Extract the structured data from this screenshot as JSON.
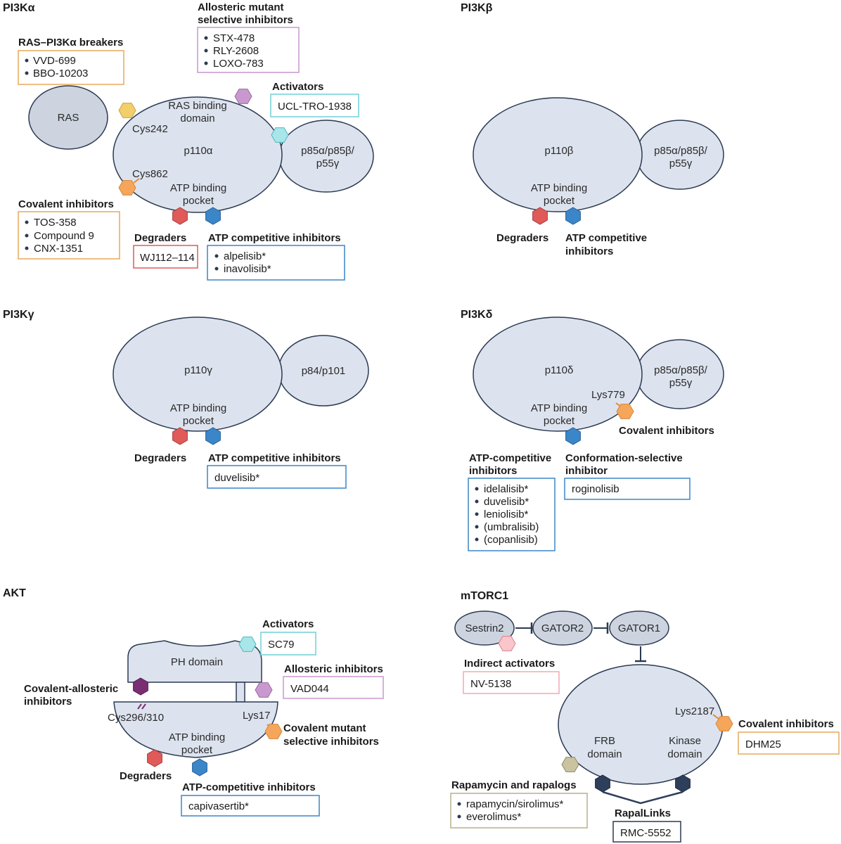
{
  "colors": {
    "orange": "#f5a65b",
    "purple": "#c998cf",
    "teal": "#6fd0d6",
    "red": "#e05a5a",
    "blue": "#3b86c9",
    "yellow": "#f2cf6b",
    "pink": "#f3a9b1",
    "darkpurple": "#7a2f74",
    "olive": "#b7b08a",
    "navy": "#2e3f5c"
  },
  "pi3ka": {
    "title": "PI3Kα",
    "ras_breakers": {
      "title": "RAS–PI3Kα breakers",
      "items": [
        "VVD-699",
        "BBO-10203"
      ]
    },
    "allosteric": {
      "title_line1": "Allosteric mutant",
      "title_line2": "selective inhibitors",
      "items": [
        "STX-478",
        "RLY-2608",
        "LOXO-783"
      ]
    },
    "activators": {
      "title": "Activators",
      "items": [
        "UCL-TRO-1938"
      ]
    },
    "ras_label": "RAS",
    "rbd_line1": "RAS binding",
    "rbd_line2": "domain",
    "cys242": "Cys242",
    "p110": "p110α",
    "p85_line1": "p85α/p85β/",
    "p85_line2": "p55γ",
    "cys862": "Cys862",
    "atp_line1": "ATP binding",
    "atp_line2": "pocket",
    "covalent": {
      "title": "Covalent inhibitors",
      "items": [
        "TOS-358",
        "Compound 9",
        "CNX-1351"
      ]
    },
    "degraders": {
      "title": "Degraders",
      "items": [
        "WJ112–114"
      ]
    },
    "atp_comp": {
      "title": "ATP competitive inhibitors",
      "items": [
        "alpelisib*",
        "inavolisib*"
      ]
    }
  },
  "pi3kb": {
    "title": "PI3Kβ",
    "p110": "p110β",
    "p85_line1": "p85α/p85β/",
    "p85_line2": "p55γ",
    "atp_line1": "ATP binding",
    "atp_line2": "pocket",
    "degraders": "Degraders",
    "atp_comp_line1": "ATP competitive",
    "atp_comp_line2": "inhibitors"
  },
  "pi3kg": {
    "title": "PI3Kγ",
    "p110": "p110γ",
    "p84": "p84/p101",
    "atp_line1": "ATP binding",
    "atp_line2": "pocket",
    "degraders": "Degraders",
    "atp_comp": {
      "title": "ATP competitive inhibitors",
      "items": [
        "duvelisib*"
      ]
    }
  },
  "pi3kd": {
    "title": "PI3Kδ",
    "p110": "p110δ",
    "p85_line1": "p85α/p85β/",
    "p85_line2": "p55γ",
    "lys779": "Lys779",
    "atp_line1": "ATP binding",
    "atp_line2": "pocket",
    "covalent": "Covalent inhibitors",
    "atp_comp": {
      "title_line1": "ATP-competitive",
      "title_line2": "inhibitors",
      "items": [
        "idelalisib*",
        "duvelisib*",
        "leniolisib*",
        "(umbralisib)",
        "(copanlisib)"
      ]
    },
    "conformation": {
      "title_line1": "Conformation-selective",
      "title_line2": "inhibitor",
      "items": [
        "roginolisib"
      ]
    }
  },
  "akt": {
    "title": "AKT",
    "activators": {
      "title": "Activators",
      "items": [
        "SC79"
      ]
    },
    "ph": "PH domain",
    "allosteric": {
      "title": "Allosteric inhibitors",
      "items": [
        "VAD044"
      ]
    },
    "cov_allo_line1": "Covalent-allosteric",
    "cov_allo_line2": "inhibitors",
    "cys": "Cys296/310",
    "lys17": "Lys17",
    "cov_mut_line1": "Covalent mutant",
    "cov_mut_line2": "selective inhibitors",
    "atp_line1": "ATP binding",
    "atp_line2": "pocket",
    "degraders": "Degraders",
    "atp_comp": {
      "title": "ATP-competitive inhibitors",
      "items": [
        "capivasertib*"
      ]
    }
  },
  "mtorc1": {
    "title": "mTORC1",
    "sestrin": "Sestrin2",
    "gator2": "GATOR2",
    "gator1": "GATOR1",
    "indirect": {
      "title": "Indirect activators",
      "items": [
        "NV-5138"
      ]
    },
    "lys2187": "Lys2187",
    "covalent": {
      "title": "Covalent inhibitors",
      "items": [
        "DHM25"
      ]
    },
    "frb_line1": "FRB",
    "frb_line2": "domain",
    "kinase_line1": "Kinase",
    "kinase_line2": "domain",
    "rapamycin": {
      "title": "Rapamycin and rapalogs",
      "items": [
        "rapamycin/sirolimus*",
        "everolimus*"
      ]
    },
    "rapalinks": {
      "title": "RapalLinks",
      "items": [
        "RMC-5552"
      ]
    }
  }
}
